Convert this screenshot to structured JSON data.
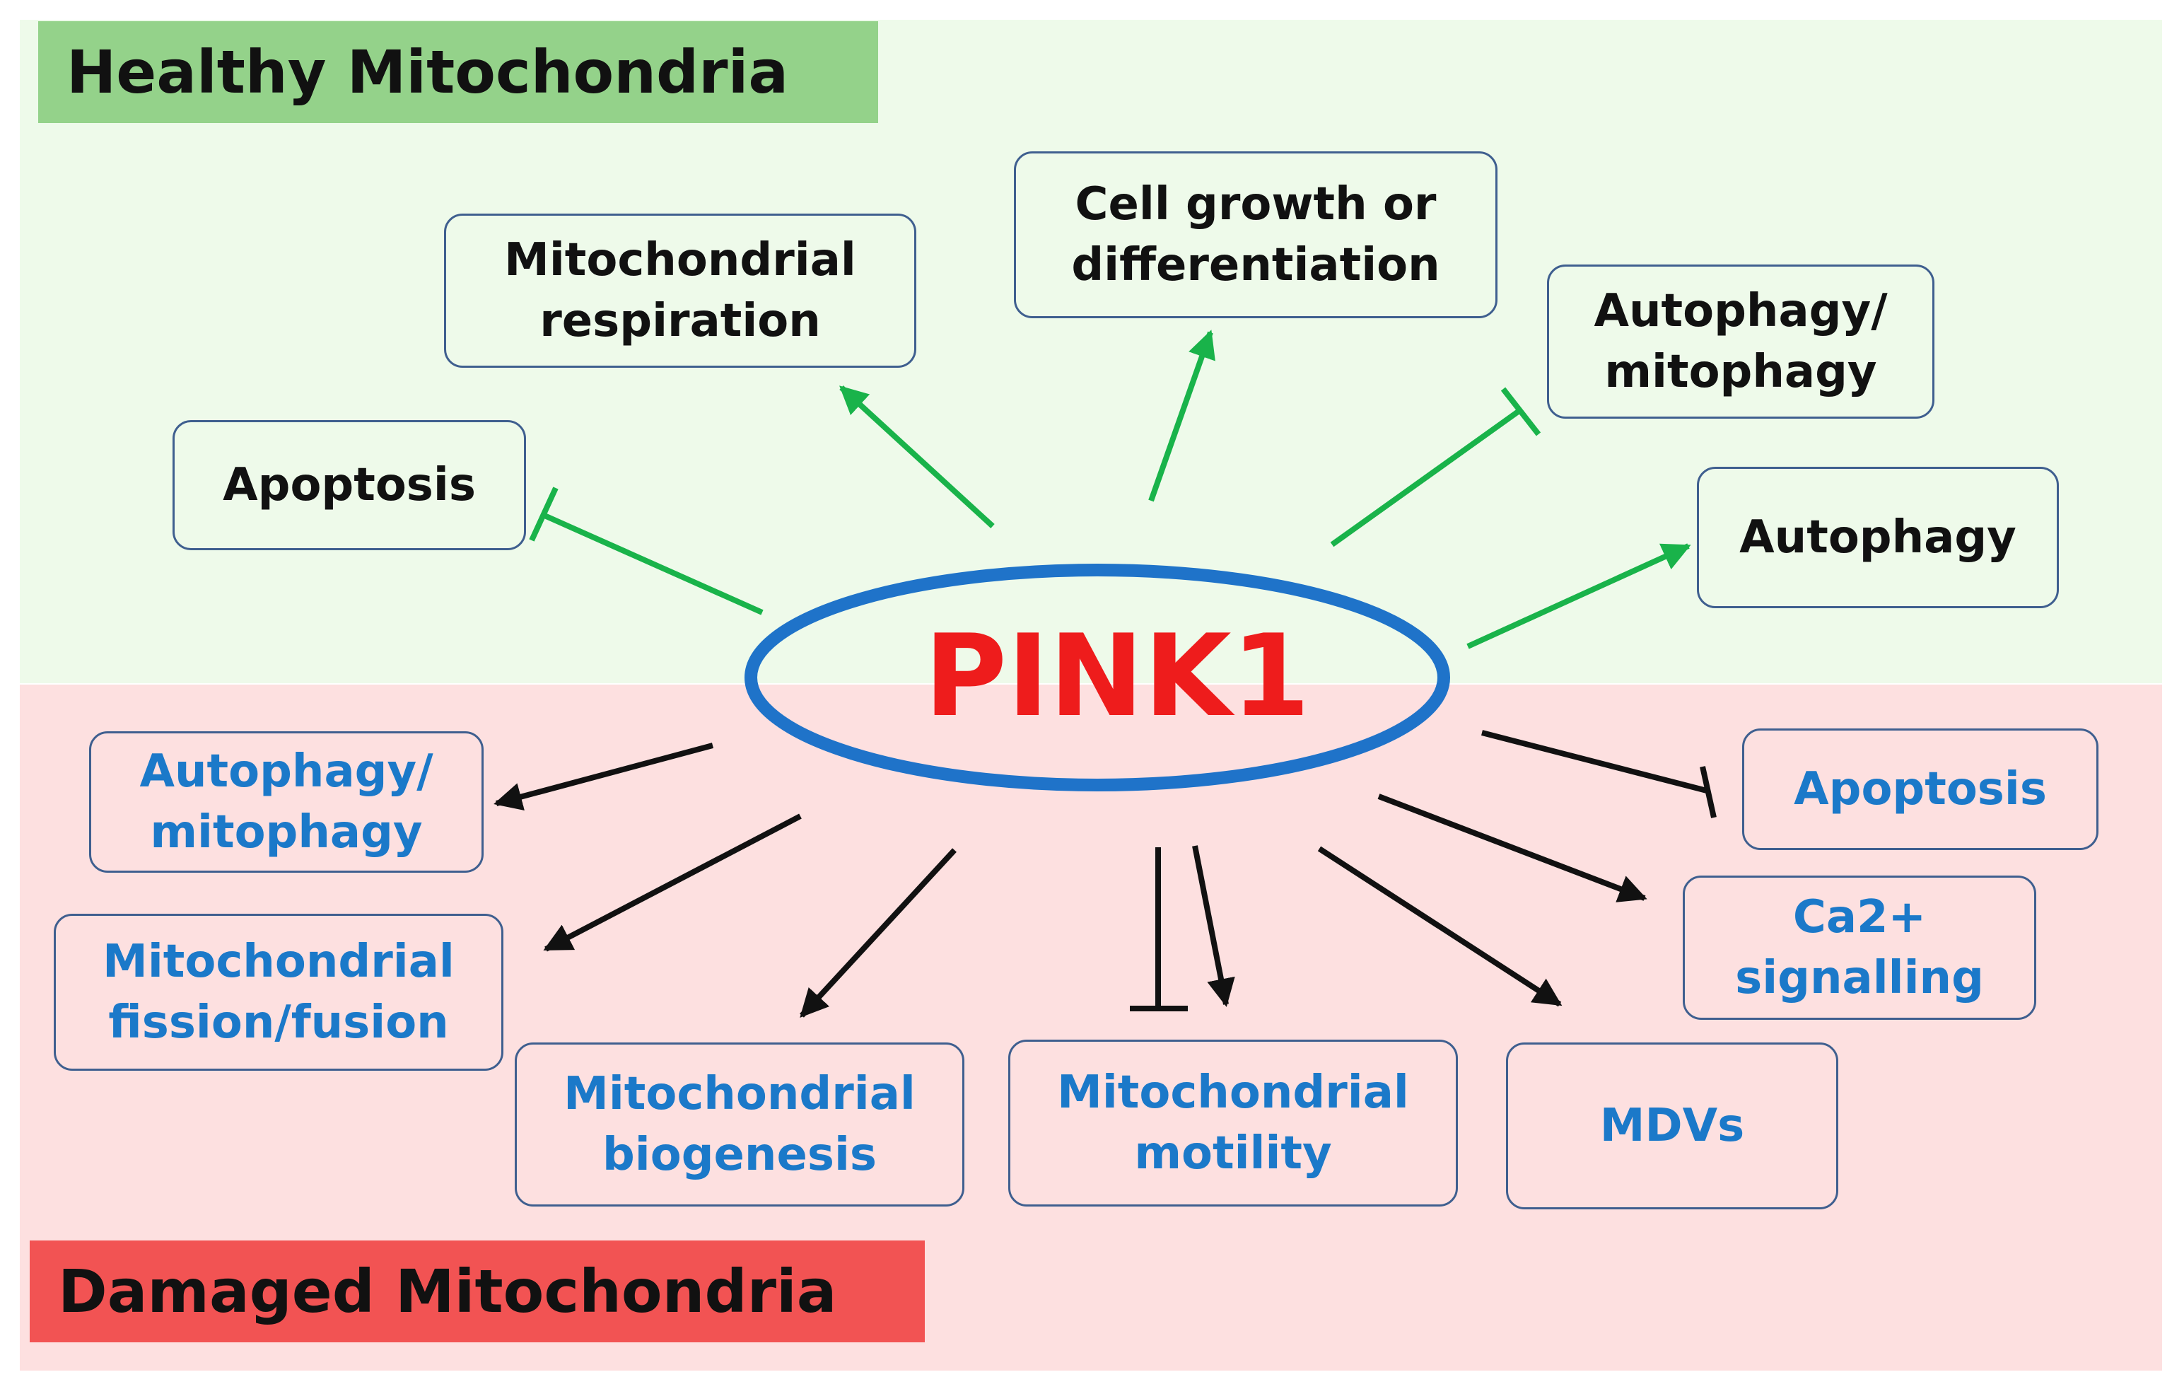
{
  "healthy": {
    "title": "Healthy Mitochondria",
    "color": "#94d28a",
    "nodes": {
      "apoptosis": "Apoptosis",
      "respiration": "Mitochondrial\nrespiration",
      "growth": "Cell growth or\ndifferentiation",
      "autophagy_mitophagy": "Autophagy/\nmitophagy",
      "autophagy": "Autophagy"
    }
  },
  "damaged": {
    "title": "Damaged Mitochondria",
    "color": "#f25353",
    "nodes": {
      "autophagy_mitophagy": "Autophagy/\nmitophagy",
      "fission_fusion": "Mitochondrial\nfission/fusion",
      "biogenesis": "Mitochondrial\nbiogenesis",
      "motility": "Mitochondrial\nmotility",
      "mdvs": "MDVs",
      "ca_signalling": "Ca2+\nsignalling",
      "apoptosis": "Apoptosis"
    }
  },
  "center": {
    "label": "PINK1",
    "color": "#ee1c1c",
    "ring_color": "#1f73c9"
  },
  "colors": {
    "healthy_arrow": "#19b34a",
    "damaged_arrow": "#111111"
  }
}
